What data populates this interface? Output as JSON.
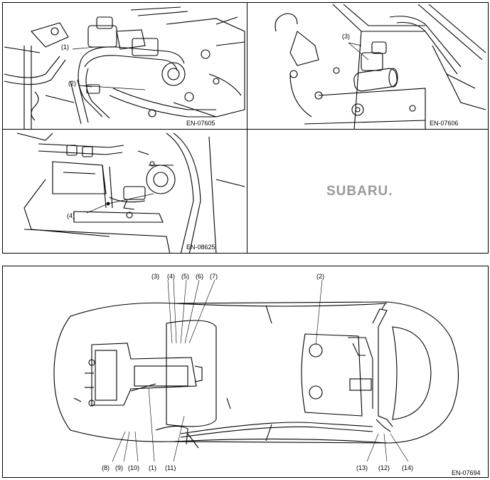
{
  "panels": {
    "top_left": {
      "code": "EN-07605",
      "callouts": [
        "(1)",
        "(2)"
      ]
    },
    "top_right": {
      "code": "EN-07606",
      "callouts": [
        "(3)"
      ]
    },
    "mid_left": {
      "code": "EN-08625",
      "callouts": [
        "(4)"
      ]
    },
    "mid_right": {
      "logo_text": "SUBARU."
    },
    "bottom": {
      "code": "EN-07694",
      "top_callouts": [
        "(3)",
        "(4)",
        "(5)",
        "(6)",
        "(7)",
        "(2)"
      ],
      "bottom_callouts": [
        "(8)",
        "(9)",
        "(10)",
        "(1)",
        "(11)",
        "(13)",
        "(12)",
        "(14)"
      ]
    }
  }
}
